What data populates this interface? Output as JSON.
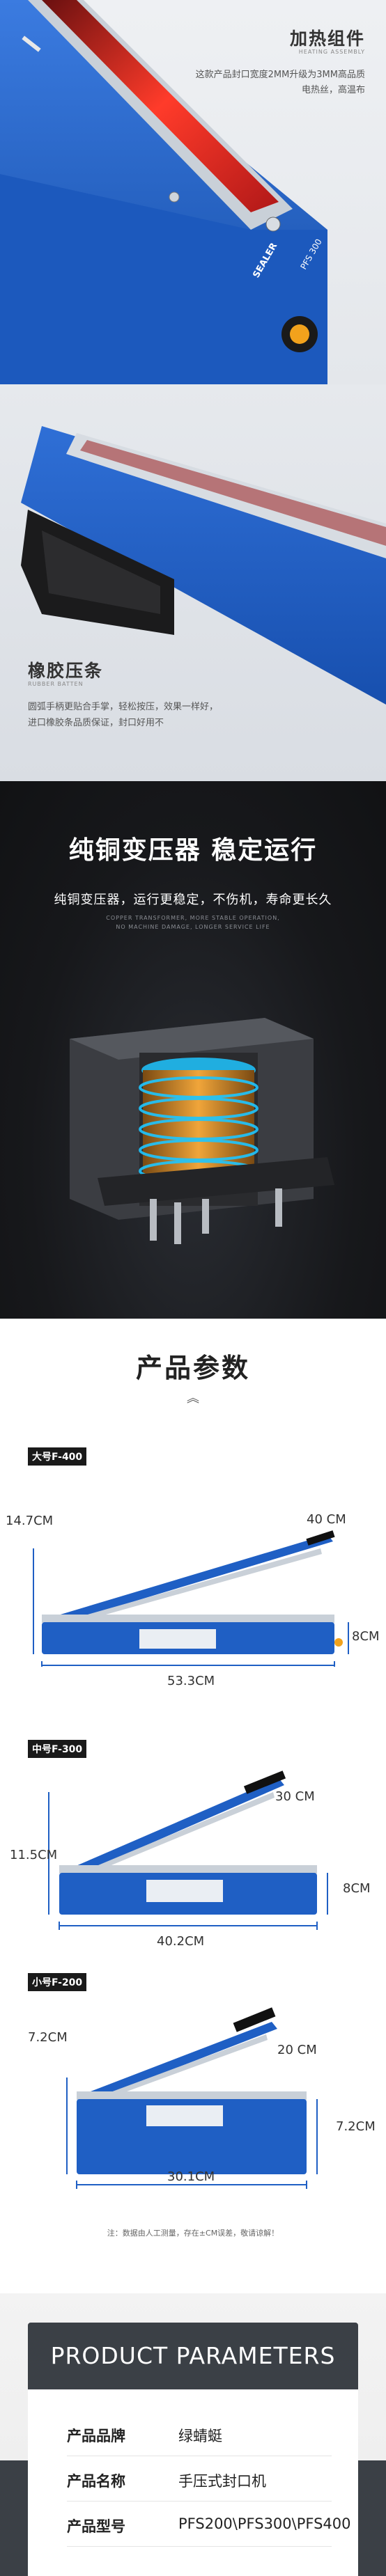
{
  "heating": {
    "title": "加热组件",
    "subtitle": "HEATING ASSEMBLY",
    "desc_line1": "这款产品封口宽度2MM升级为3MM高品质",
    "desc_line2": "电热丝，高温布",
    "device_brand": "SEALER",
    "device_model": "PFS 300"
  },
  "rubber": {
    "title": "橡胶压条",
    "subtitle": "RUBBER BATTEN",
    "desc_line1": "圆弧手柄更贴合手掌，轻松按压，效果一样好，",
    "desc_line2": "进口橡胶条品质保证，封口好用不"
  },
  "transformer": {
    "title": "纯铜变压器 稳定运行",
    "desc": "纯铜变压器，运行更稳定，不伤机，寿命更长久",
    "subtitle_line1": "COPPER TRANSFORMER, MORE STABLE OPERATION,",
    "subtitle_line2": "NO MACHINE DAMAGE, LONGER SERVICE LIFE"
  },
  "params": {
    "title": "产品参数",
    "chevron": "︽",
    "models": [
      {
        "tag": "大号F-400",
        "height": "14.7CM",
        "depth": "40 CM",
        "side": "8CM",
        "length": "53.3CM"
      },
      {
        "tag": "中号F-300",
        "height": "11.5CM",
        "depth": "30 CM",
        "side": "8CM",
        "length": "40.2CM"
      },
      {
        "tag": "小号F-200",
        "height": "7.2CM",
        "depth": "20 CM",
        "side": "7.2CM",
        "length": "30.1CM"
      }
    ],
    "note": "注：数据由人工测量，存在±CM误差，敬请谅解！"
  },
  "spec": {
    "header": "PRODUCT PARAMETERS",
    "rows": [
      {
        "key": "产品品牌",
        "value": "绿蜻蜓"
      },
      {
        "key": "产品名称",
        "value": "手压式封口机"
      },
      {
        "key": "产品型号",
        "value": "PFS200\\PFS300\\PFS400"
      }
    ]
  },
  "colors": {
    "device_blue": "#1f5fc4",
    "dark_bg": "#17181b",
    "header_gray": "#3b4046"
  }
}
